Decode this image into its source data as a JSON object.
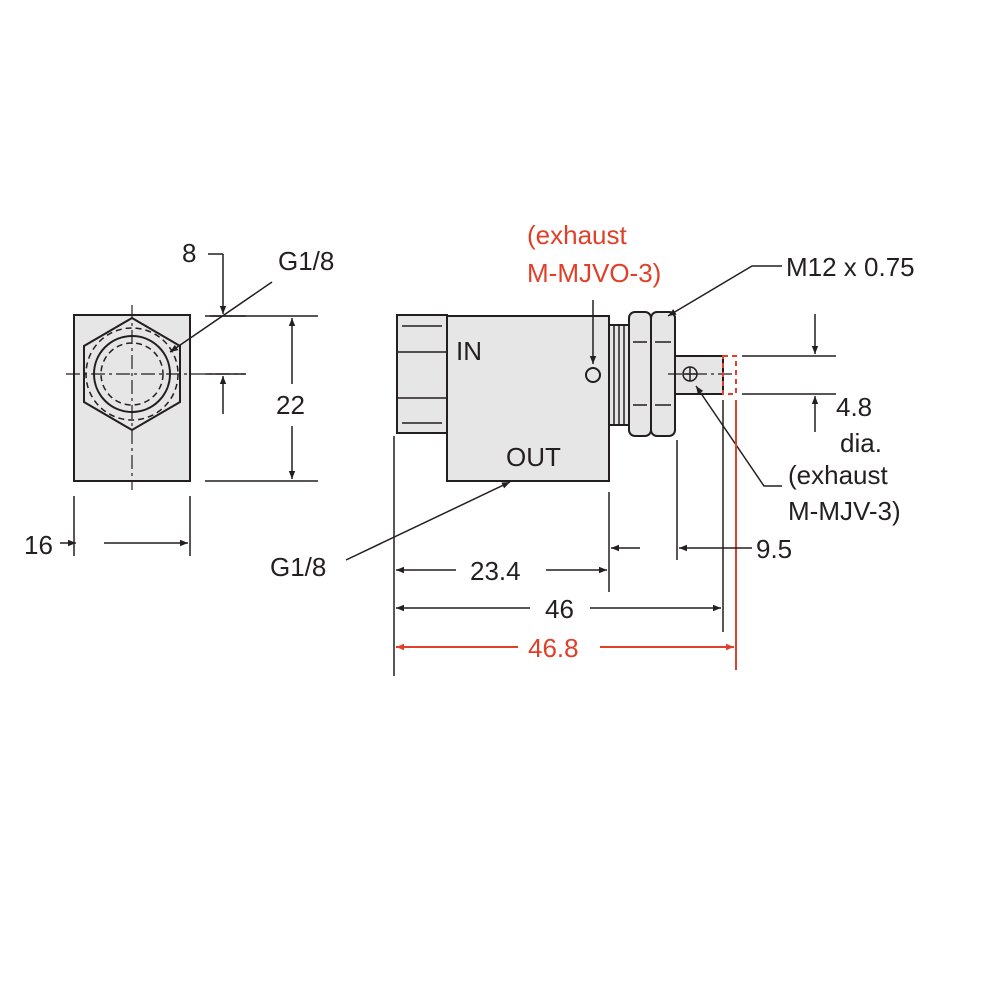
{
  "end_view": {
    "port_label": "G1/8",
    "depth_dim": "8",
    "height_dim": "22",
    "width_dim": "16"
  },
  "side_view": {
    "in_label": "IN",
    "out_label": "OUT",
    "out_port_label": "G1/8",
    "thread_label": "M12 x 0.75",
    "exhaust_top_line1": "(exhaust",
    "exhaust_top_line2": "M-MJVO-3)",
    "pin_dia_value": "4.8",
    "pin_dia_unit": "dia.",
    "exhaust_bottom_line1": "(exhaust",
    "exhaust_bottom_line2": "M-MJV-3)",
    "dim_body": "23.4",
    "dim_thread": "9.5",
    "dim_overall": "46",
    "dim_overall_alt": "46.8"
  },
  "colors": {
    "line": "#231f20",
    "body_fill": "#e6e6e6",
    "alt_variant": "#e0402a"
  }
}
